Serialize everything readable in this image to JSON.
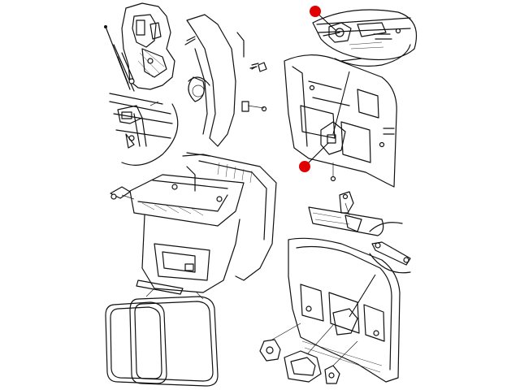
{
  "diagram": {
    "highlight_color": "#e00000",
    "line_color": "#111111",
    "background": "#ffffff",
    "callouts": [
      {
        "id": "upper-right-marker",
        "shape": "dot"
      },
      {
        "id": "middle-right-marker",
        "shape": "dot"
      }
    ]
  }
}
